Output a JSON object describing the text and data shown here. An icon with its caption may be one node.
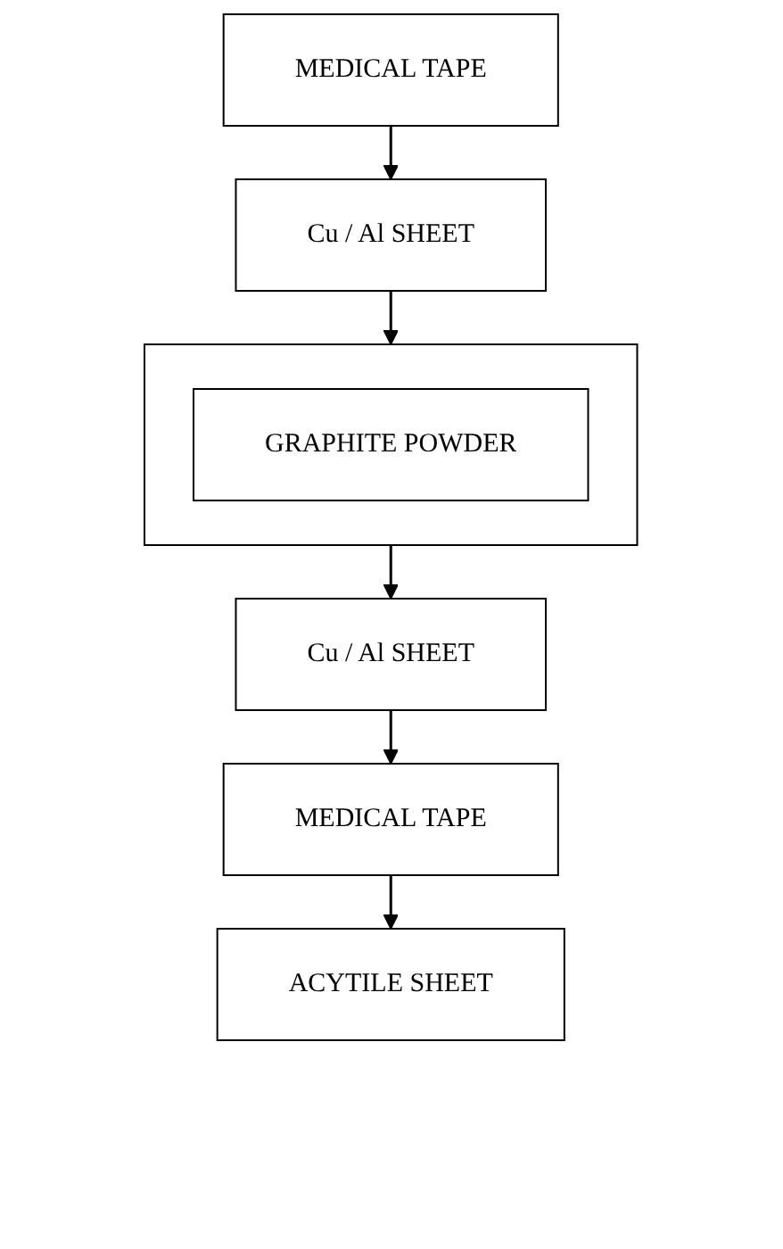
{
  "diagram": {
    "nodes": [
      {
        "text": [
          "MEDICAL TAPE"
        ]
      },
      {
        "text": [
          "Cu / Al SHEET"
        ]
      },
      {
        "text": [],
        "shape": "box"
      },
      {
        "text": [
          "GRAPHITE POWDER"
        ],
        "in": 2
      },
      {
        "text": [
          "Cu / Al SHEET"
        ]
      },
      {
        "text": [
          "MEDICAL TAPE"
        ]
      },
      {
        "text": [
          "ACYTILE SHEET"
        ]
      }
    ],
    "edges": [
      {
        "from": 0,
        "to": 1,
        "arrow": "to"
      },
      {
        "from": 1,
        "to": 2,
        "arrow": "to"
      },
      {
        "from": 2,
        "to": 4,
        "arrow": "to"
      },
      {
        "from": 4,
        "to": 5,
        "arrow": "to"
      },
      {
        "from": 5,
        "to": 6,
        "arrow": "to"
      }
    ]
  }
}
